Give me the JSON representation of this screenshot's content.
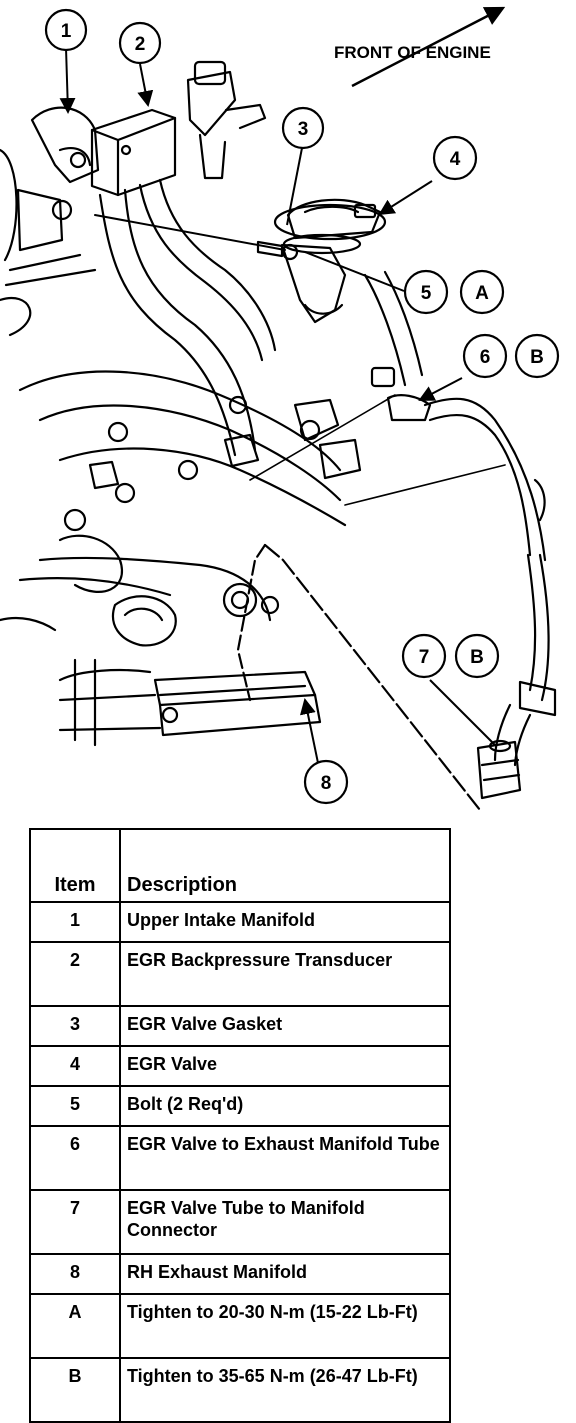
{
  "diagram": {
    "orientation_label": "FRONT OF ENGINE",
    "callouts": [
      {
        "id": "callout-1",
        "label": "1"
      },
      {
        "id": "callout-2",
        "label": "2"
      },
      {
        "id": "callout-3",
        "label": "3"
      },
      {
        "id": "callout-4",
        "label": "4"
      },
      {
        "id": "callout-5",
        "label": "5"
      },
      {
        "id": "callout-A",
        "label": "A"
      },
      {
        "id": "callout-6",
        "label": "6"
      },
      {
        "id": "callout-B1",
        "label": "B"
      },
      {
        "id": "callout-7",
        "label": "7"
      },
      {
        "id": "callout-B2",
        "label": "B"
      },
      {
        "id": "callout-8",
        "label": "8"
      }
    ]
  },
  "legend": {
    "headers": {
      "item": "Item",
      "description": "Description"
    },
    "rows": [
      {
        "item": "1",
        "description": "Upper Intake Manifold"
      },
      {
        "item": "2",
        "description": "EGR Backpressure Transducer"
      },
      {
        "item": "3",
        "description": "EGR Valve Gasket"
      },
      {
        "item": "4",
        "description": "EGR Valve"
      },
      {
        "item": "5",
        "description": "Bolt (2 Req'd)"
      },
      {
        "item": "6",
        "description": "EGR Valve to Exhaust Manifold Tube"
      },
      {
        "item": "7",
        "description": "EGR Valve Tube to Manifold Connector"
      },
      {
        "item": "8",
        "description": "RH Exhaust Manifold"
      },
      {
        "item": "A",
        "description": "Tighten to 20-30 N-m (15-22 Lb-Ft)"
      },
      {
        "item": "B",
        "description": "Tighten to 35-65 N-m (26-47 Lb-Ft)"
      }
    ]
  }
}
